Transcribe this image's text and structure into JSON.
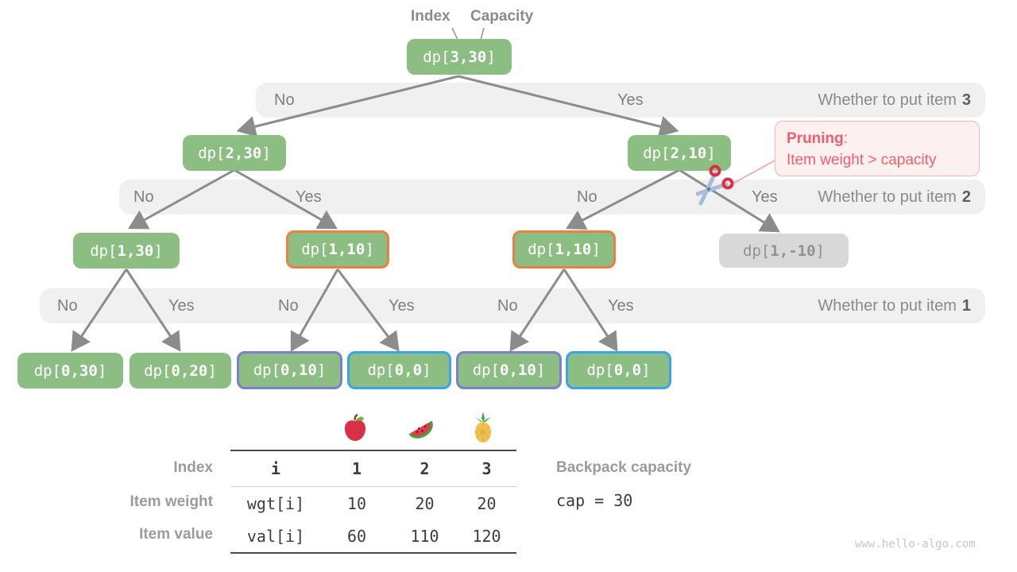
{
  "pointer": {
    "index": "Index",
    "capacity": "Capacity"
  },
  "nodes": [
    {
      "prefix": "dp[",
      "nums": "3,30",
      "suffix": "]"
    },
    {
      "prefix": "dp[",
      "nums": "2,30",
      "suffix": "]"
    },
    {
      "prefix": "dp[",
      "nums": "2,10",
      "suffix": "]"
    },
    {
      "prefix": "dp[",
      "nums": "1,30",
      "suffix": "]"
    },
    {
      "prefix": "dp[",
      "nums": "1,10",
      "suffix": "]"
    },
    {
      "prefix": "dp[",
      "nums": "1,10",
      "suffix": "]"
    },
    {
      "prefix": "dp[",
      "nums": "1,-10",
      "suffix": "]"
    },
    {
      "prefix": "dp[",
      "nums": "0,30",
      "suffix": "]"
    },
    {
      "prefix": "dp[",
      "nums": "0,20",
      "suffix": "]"
    },
    {
      "prefix": "dp[",
      "nums": "0,10",
      "suffix": "]"
    },
    {
      "prefix": "dp[",
      "nums": "0,0",
      "suffix": "]"
    },
    {
      "prefix": "dp[",
      "nums": "0,10",
      "suffix": "]"
    },
    {
      "prefix": "dp[",
      "nums": "0,0",
      "suffix": "]"
    }
  ],
  "bands": [
    {
      "decisions": [
        "No",
        "Yes"
      ],
      "question": "Whether to put item",
      "item": "3"
    },
    {
      "decisions": [
        "No",
        "Yes",
        "No",
        "Yes"
      ],
      "question": "Whether to put item",
      "item": "2"
    },
    {
      "decisions": [
        "No",
        "Yes",
        "No",
        "Yes",
        "No",
        "Yes"
      ],
      "question": "Whether to put item",
      "item": "1"
    }
  ],
  "pruning": {
    "title": "Pruning",
    "separator": ":",
    "body": "Item weight > capacity"
  },
  "table": {
    "fruits": [
      "apple",
      "watermelon",
      "pineapple"
    ],
    "rows": [
      {
        "label": "Index",
        "cells": [
          "i",
          "1",
          "2",
          "3"
        ]
      },
      {
        "label": "Item weight",
        "cells": [
          "wgt[i]",
          "10",
          "20",
          "20"
        ]
      },
      {
        "label": "Item value",
        "cells": [
          "val[i]",
          "60",
          "110",
          "120"
        ]
      }
    ]
  },
  "capacity_note": {
    "label": "Backpack capacity",
    "value": "cap = 30"
  },
  "watermark": "www.hello-algo.com",
  "colors": {
    "node_green": "#8CBD82",
    "node_gray": "#D8D8D8",
    "band_gray": "#F0F0F1",
    "border_orange": "#EE7E41",
    "border_purple": "#7B80CE",
    "border_blue": "#3AA3EF",
    "arrow_gray": "#8C8C8C",
    "pruning_red": "#ED5F6B"
  }
}
